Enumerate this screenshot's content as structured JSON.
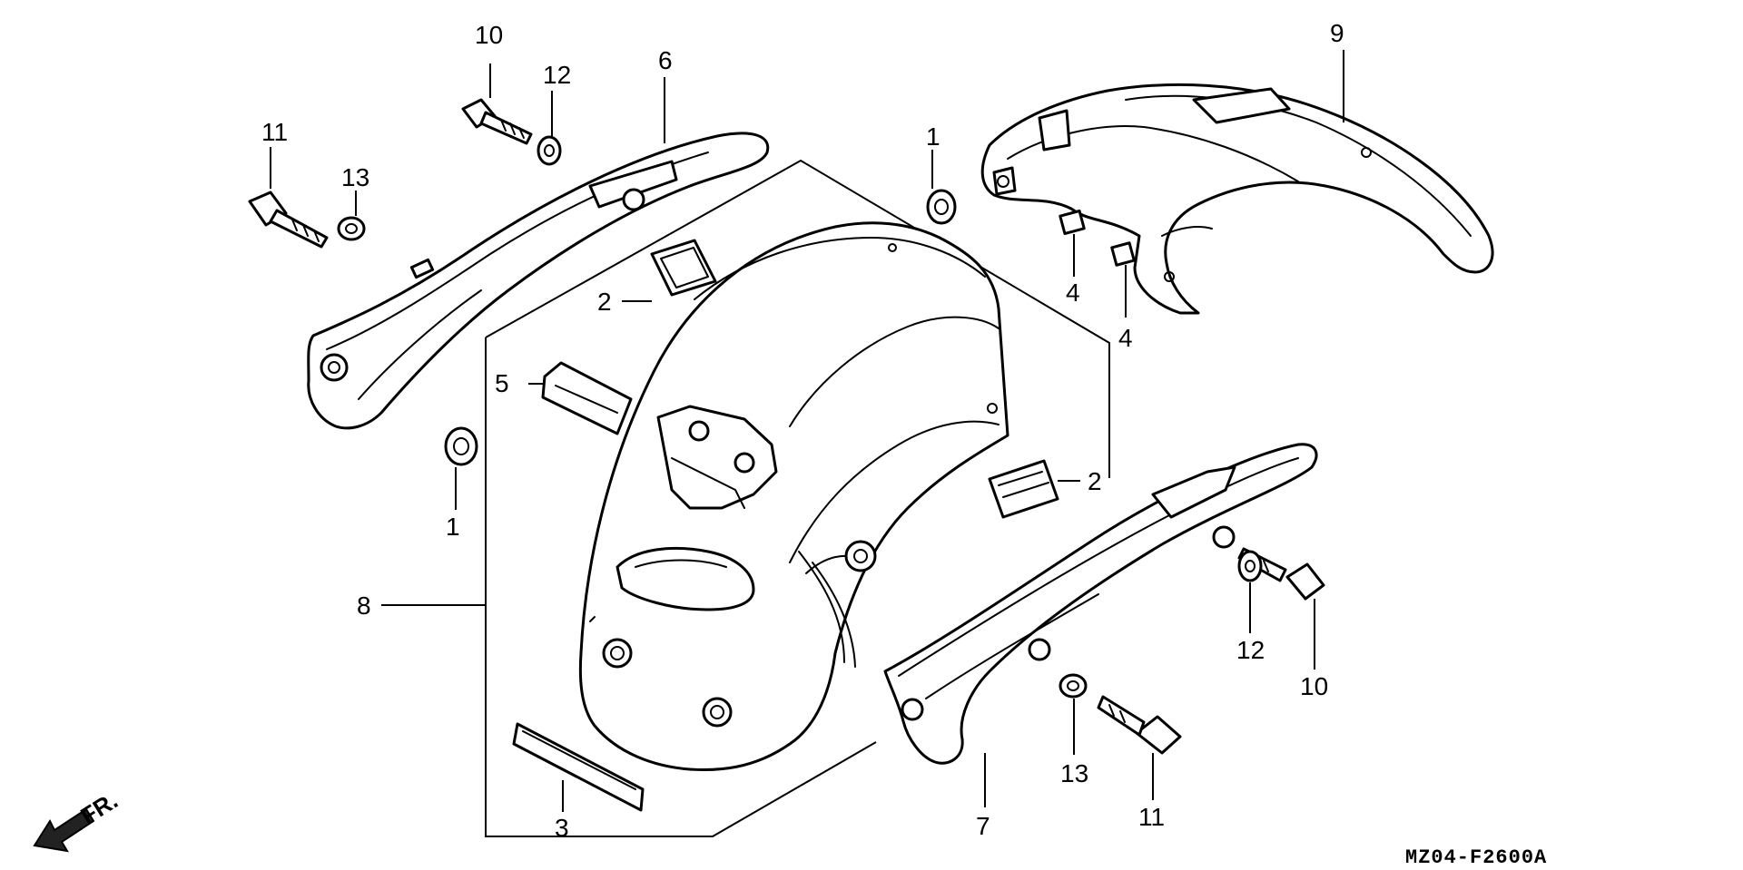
{
  "diagram": {
    "drawing_code": "MZ04-F2600A",
    "direction_label": "FR.",
    "callouts": {
      "c1a": "1",
      "c1b": "1",
      "c2a": "2",
      "c2b": "2",
      "c3": "3",
      "c4a": "4",
      "c4b": "4",
      "c5": "5",
      "c6": "6",
      "c7": "7",
      "c8": "8",
      "c9": "9",
      "c10a": "10",
      "c10b": "10",
      "c11a": "11",
      "c11b": "11",
      "c12a": "12",
      "c12b": "12",
      "c13a": "13",
      "c13b": "13"
    }
  }
}
